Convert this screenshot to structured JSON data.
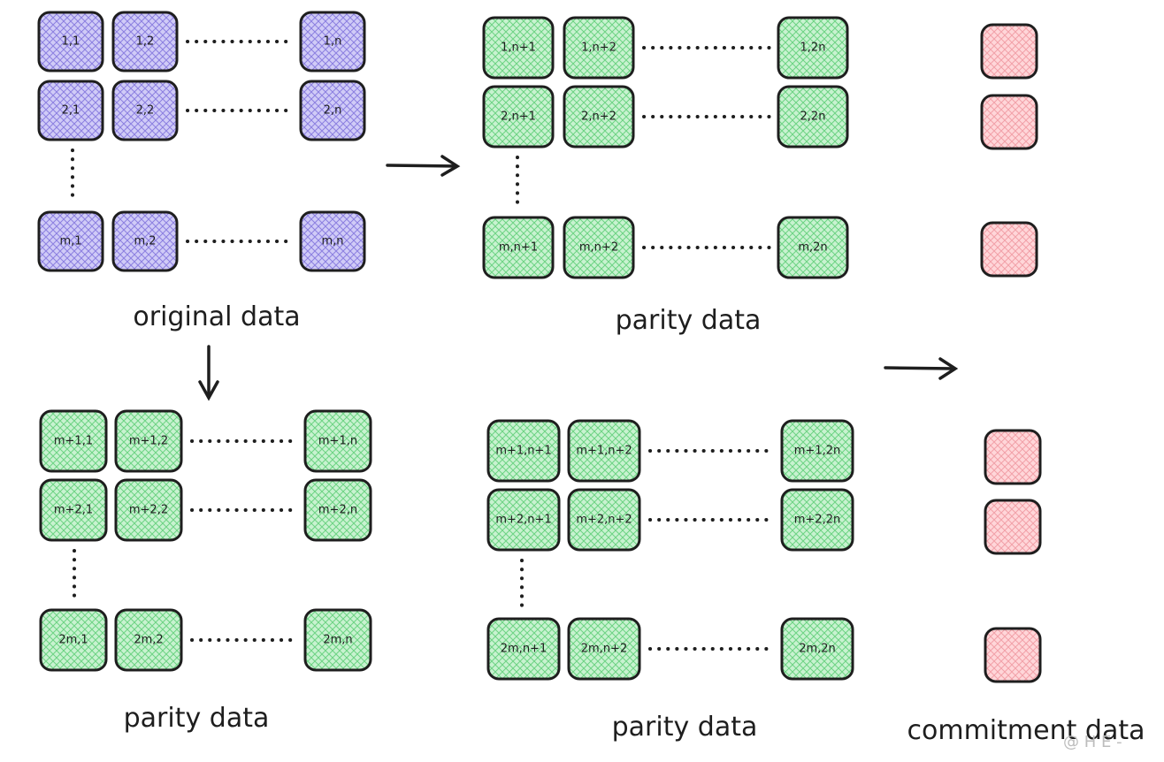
{
  "colors": {
    "original": "#d0cbf7",
    "parity": "#c8f2d0",
    "commitment": "#ffd6d9",
    "hatch_original": "#8b7fe0",
    "hatch_parity": "#6cd383",
    "hatch_commitment": "#f2a0a8"
  },
  "blocks": [
    {
      "caption": "original data",
      "kind": "original",
      "rows": [
        [
          "1,1",
          "1,2",
          "1,n"
        ],
        [
          "2,1",
          "2,2",
          "2,n"
        ],
        [
          "m,1",
          "m,2",
          "m,n"
        ]
      ]
    },
    {
      "caption": "parity data",
      "kind": "parity",
      "rows": [
        [
          "1,n+1",
          "1,n+2",
          "1,2n"
        ],
        [
          "2,n+1",
          "2,n+2",
          "2,2n"
        ],
        [
          "m,n+1",
          "m,n+2",
          "m,2n"
        ]
      ]
    },
    {
      "caption": "parity data",
      "kind": "parity",
      "rows": [
        [
          "m+1,1",
          "m+1,2",
          "m+1,n"
        ],
        [
          "m+2,1",
          "m+2,2",
          "m+2,n"
        ],
        [
          "2m,1",
          "2m,2",
          "2m,n"
        ]
      ]
    },
    {
      "caption": "parity data",
      "kind": "parity",
      "rows": [
        [
          "m+1,n+1",
          "m+1,n+2",
          "m+1,2n"
        ],
        [
          "m+2,n+1",
          "m+2,n+2",
          "m+2,2n"
        ],
        [
          "2m,n+1",
          "2m,n+2",
          "2m,2n"
        ]
      ]
    }
  ],
  "commitment": {
    "caption": "commitment data",
    "count": 6
  },
  "watermark": "@ H E -"
}
